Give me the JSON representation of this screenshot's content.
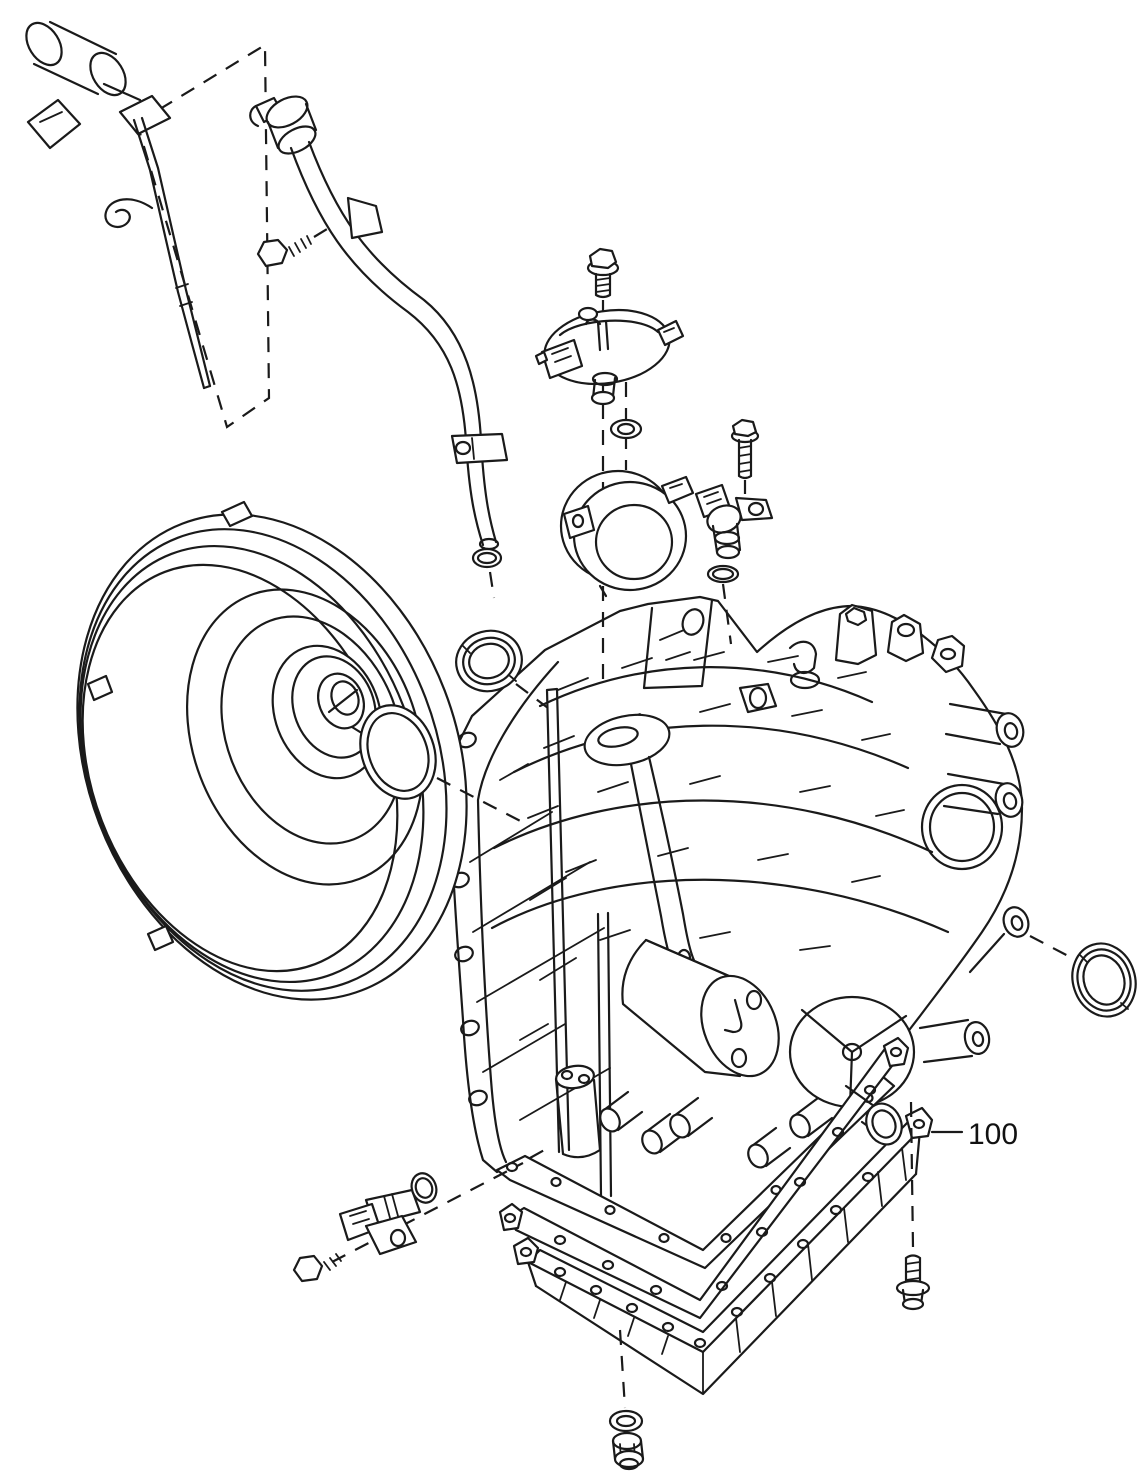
{
  "figure": {
    "type": "exploded-parts-line-diagram",
    "background_color": "#ffffff",
    "line_color": "#1a1a1a",
    "callout": {
      "label": "100"
    },
    "parts": [
      "oil-level-gauge-dipstick",
      "reference-dashed-outline",
      "oil-filler-tube",
      "filler-tube-bolt",
      "control-device-bolt",
      "control-device",
      "sealing-washer",
      "sensor-mounting-ring",
      "speed-sensor-bolt",
      "speed-sensor",
      "speed-sensor-o-ring",
      "torque-converter",
      "converter-o-ring",
      "front-oil-seal",
      "transaxle-case",
      "oil-pan-gasket",
      "oil-pan",
      "drain-plug-washer",
      "drain-plug",
      "oil-pan-bolt",
      "rear-speed-sensor",
      "rear-sensor-o-ring",
      "rear-sensor-bolt",
      "side-oil-seal"
    ]
  }
}
